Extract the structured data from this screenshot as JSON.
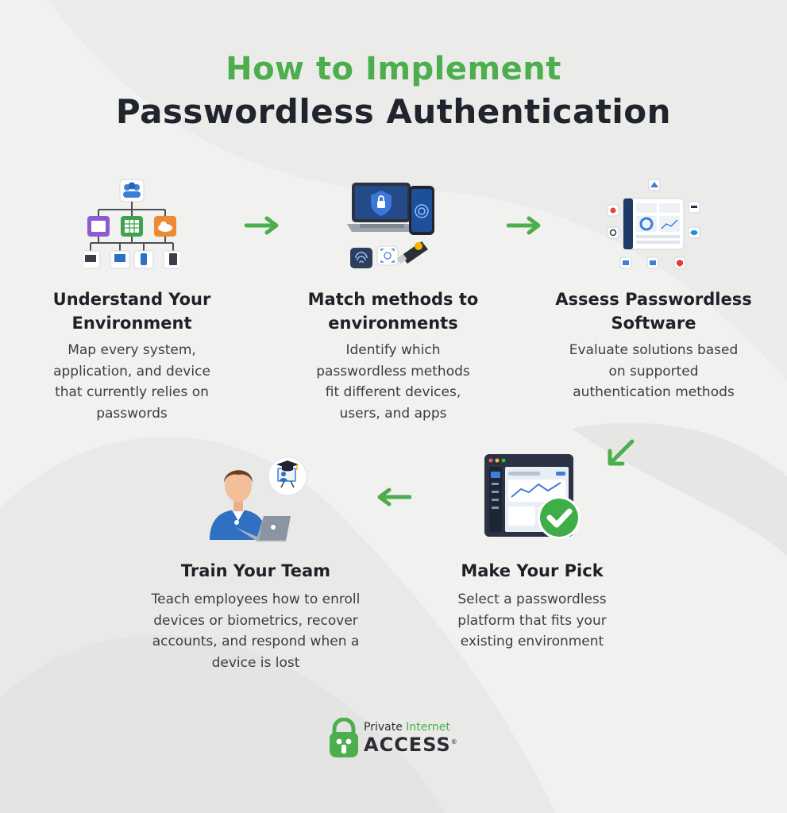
{
  "title": {
    "line1": "How to Implement",
    "line2": "Passwordless Authentication"
  },
  "steps": [
    {
      "title_l1": "Understand Your",
      "title_l2": "Environment",
      "desc_lines": [
        "Map every system,",
        "application, and device",
        "that currently relies on",
        "passwords"
      ]
    },
    {
      "title_l1": "Match methods to",
      "title_l2": "environments",
      "desc_lines": [
        "Identify which",
        "passwordless methods",
        "fit different devices,",
        "users, and apps"
      ]
    },
    {
      "title_l1": "Assess Passwordless",
      "title_l2": "Software",
      "desc_lines": [
        "Evaluate solutions based",
        "on supported",
        "authentication methods"
      ]
    },
    {
      "title_l1": "Make Your Pick",
      "desc_lines": [
        "Select a passwordless",
        "platform that fits your",
        "existing environment"
      ]
    },
    {
      "title_l1": "Train Your Team",
      "desc_lines": [
        "Teach employees how to enroll",
        "devices or biometrics, recover",
        "accounts, and respond when a",
        "device is lost"
      ]
    }
  ],
  "logo": {
    "line1a": "Private ",
    "line1b": "Internet",
    "line2": "ACCESS",
    "reg": "®"
  },
  "colors": {
    "accent_green": "#4cae4c",
    "dark_text": "#20242c",
    "background": "#f1f1f0"
  },
  "icons": [
    "org-chart-icon",
    "laptop-phone-security-key-icon",
    "dashboard-integrations-icon",
    "dashboard-checkmark-icon",
    "user-at-laptop-training-icon",
    "arrow-right-icon",
    "arrow-down-left-icon",
    "arrow-left-icon",
    "pia-lock-logo-icon"
  ]
}
